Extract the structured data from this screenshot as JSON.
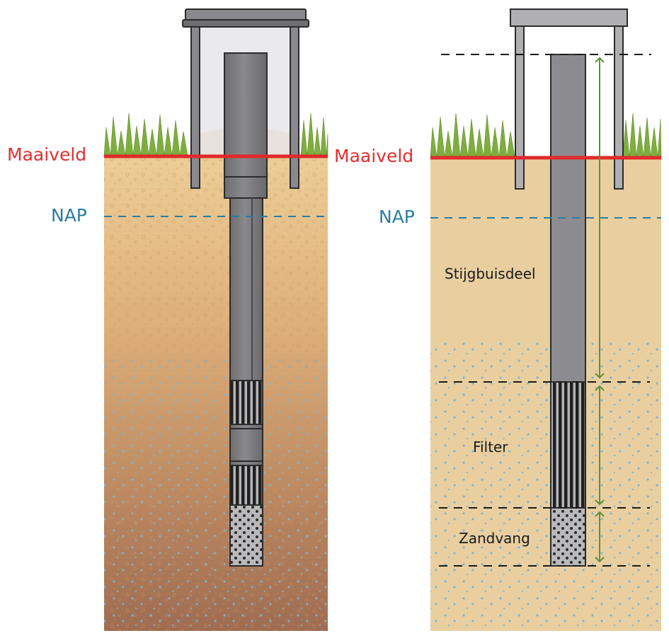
{
  "left_panel": {
    "ground_label": "Maaiveld",
    "reference_label": "NAP"
  },
  "right_panel": {
    "ground_label": "Maaiveld",
    "reference_label": "NAP",
    "zones": [
      "Stijgbuisdeel",
      "Filter",
      "Zandvang"
    ]
  },
  "colors": {
    "maaiveld_line": "#e02a2a",
    "nap_line": "#2a7ca0",
    "dimension_arrow": "#5f8f3a",
    "tube": "#7d7d80",
    "tube_outline": "#2b2b2b",
    "soil_light": "#e9c996",
    "soil_dark": "#a97658",
    "right_soil": "#e9cfa0",
    "grass": "#7fae3d"
  }
}
